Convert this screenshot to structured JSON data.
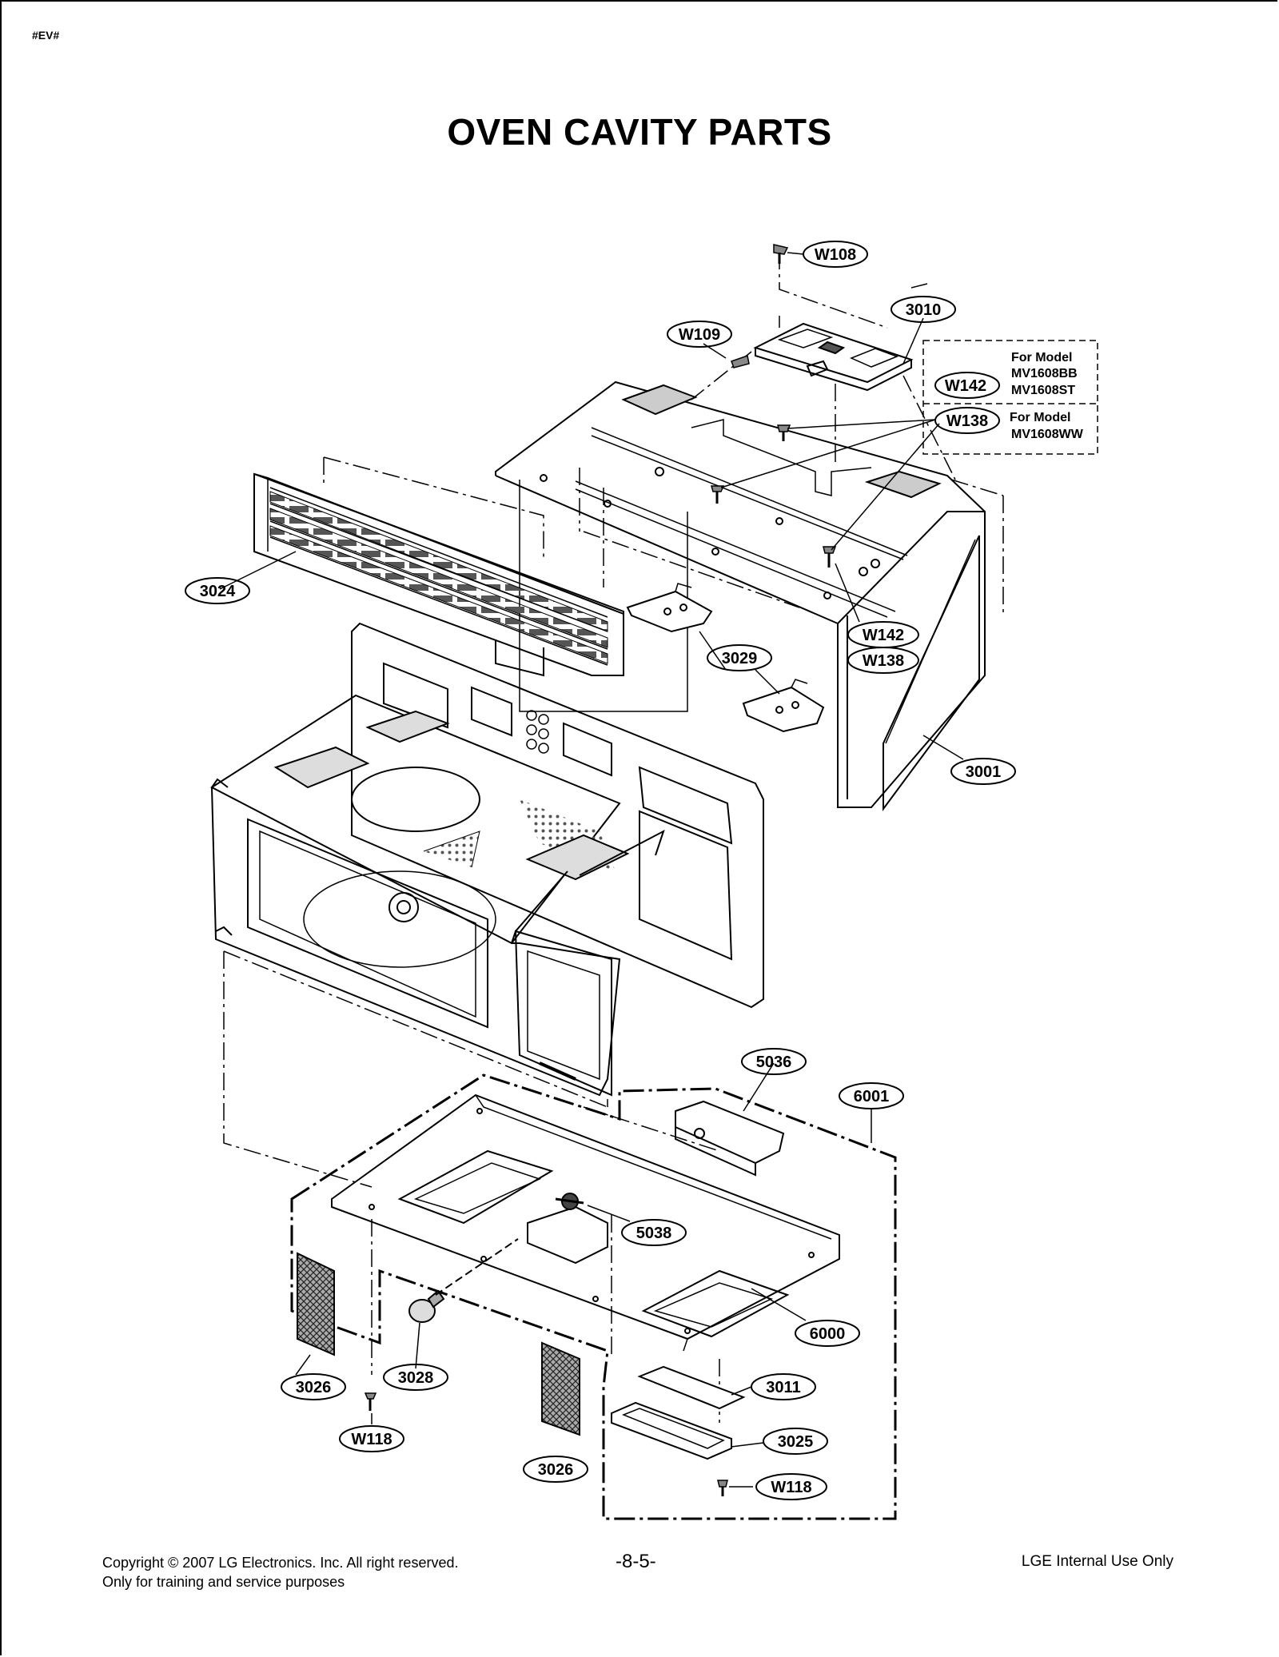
{
  "header": {
    "tag": "#EV#",
    "title": "OVEN CAVITY PARTS"
  },
  "model_notes": [
    {
      "heading": "For Model",
      "models": [
        "MV1608BB",
        "MV1608ST"
      ]
    },
    {
      "heading": "For Model",
      "models": [
        "MV1608WW"
      ]
    }
  ],
  "part_labels": {
    "w108": "W108",
    "p3010": "3010",
    "w109": "W109",
    "w142_top": "W142",
    "w138_top": "W138",
    "p3024": "3024",
    "p3029": "3029",
    "w142_side": "W142",
    "w138_side": "W138",
    "p3001": "3001",
    "p5036": "5036",
    "p6001": "6001",
    "p5038": "5038",
    "p6000": "6000",
    "p3026_left": "3026",
    "p3028": "3028",
    "p3011": "3011",
    "w118_left": "W118",
    "p3025": "3025",
    "p3026_bottom": "3026",
    "w118_right": "W118"
  },
  "footer": {
    "copyright": "Copyright © 2007 LG Electronics. Inc. All right reserved.",
    "training": "Only for training and service purposes",
    "page_number": "-8-5-",
    "internal": "LGE Internal Use Only"
  }
}
